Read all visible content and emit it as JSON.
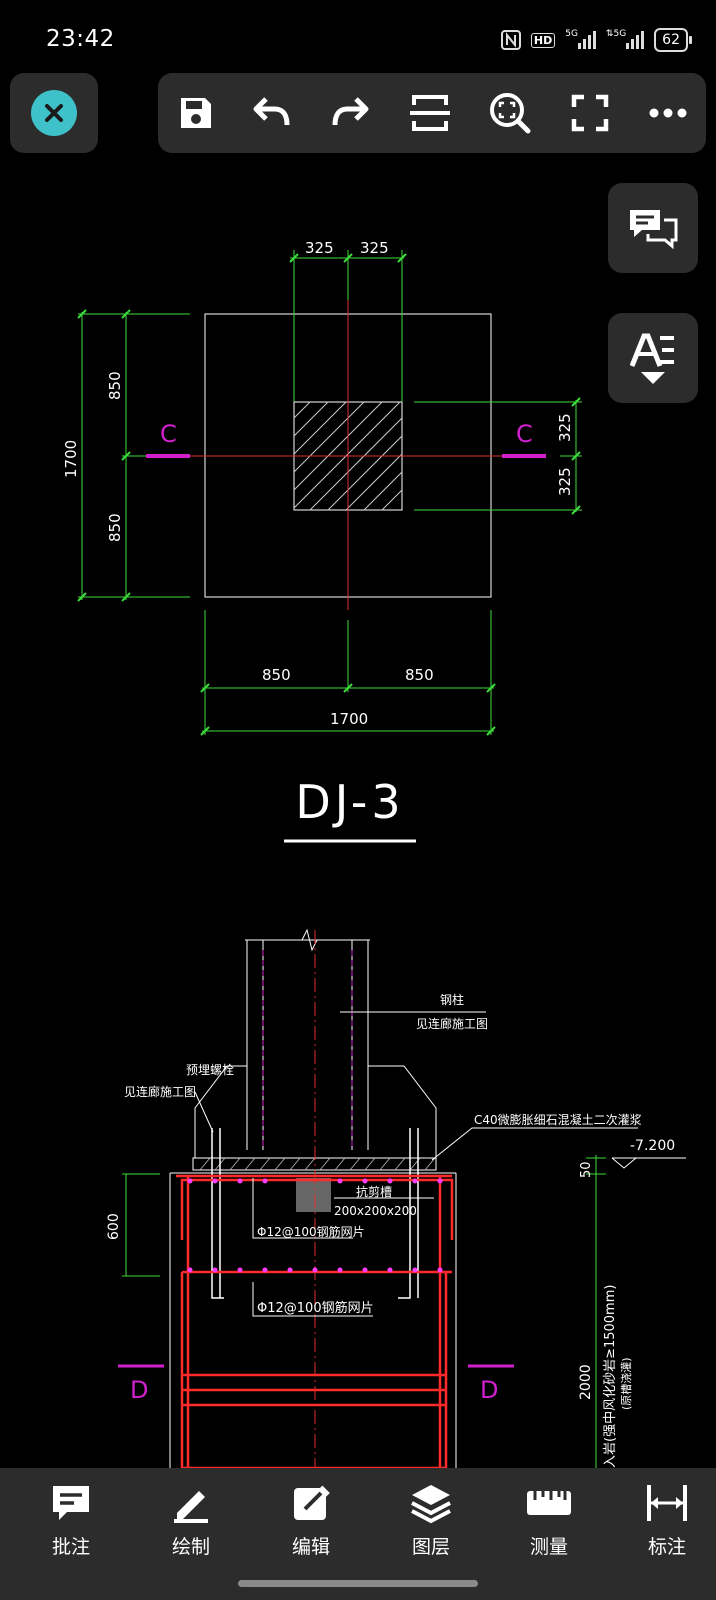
{
  "status": {
    "time": "23:42",
    "battery": "62",
    "hd": "HD",
    "net1": "5G",
    "net2": "5G"
  },
  "toolbar": {
    "close": "close-icon",
    "items": [
      "save-icon",
      "undo-icon",
      "redo-icon",
      "scan-icon",
      "zoom-icon",
      "fullscreen-icon",
      "more-icon"
    ]
  },
  "side": {
    "comments": "comments-icon",
    "text_style": "text-style-icon"
  },
  "drawing": {
    "plan": {
      "dim_325a": "325",
      "dim_325b": "325",
      "dim_850_top": "850",
      "dim_850_bot": "850",
      "dim_1700_left": "1700",
      "dim_325_right_a": "325",
      "dim_325_right_b": "325",
      "dim_850_b1": "850",
      "dim_850_b2": "850",
      "dim_1700_bottom": "1700",
      "section_left": "C",
      "section_right": "C"
    },
    "title": "DJ-3",
    "section": {
      "steel_column_1": "钢柱",
      "steel_column_2": "见连廊施工图",
      "anchor_1": "预埋螺栓",
      "anchor_2": "见连廊施工图",
      "grout": "C40微膨胀细石混凝土二次灌浆",
      "elev": "-7.200",
      "shear_key_1": "抗剪槽",
      "shear_key_2": "200x200x200",
      "mesh_1": "Φ12@100钢筋网片",
      "mesh_2": "Φ12@100钢筋网片",
      "dim_600": "600",
      "dim_50": "50",
      "dim_2000": "2000",
      "note_1": "入岩(强中风化砂岩≥1500mm)",
      "note_2": "(原槽浇灌)",
      "section_left": "D",
      "section_right": "D"
    }
  },
  "bottom": {
    "items": [
      {
        "label": "批注",
        "icon": "annotation-icon"
      },
      {
        "label": "绘制",
        "icon": "draw-icon"
      },
      {
        "label": "编辑",
        "icon": "edit-icon"
      },
      {
        "label": "图层",
        "icon": "layers-icon"
      },
      {
        "label": "测量",
        "icon": "measure-icon"
      },
      {
        "label": "标注",
        "icon": "dimension-icon"
      }
    ]
  }
}
